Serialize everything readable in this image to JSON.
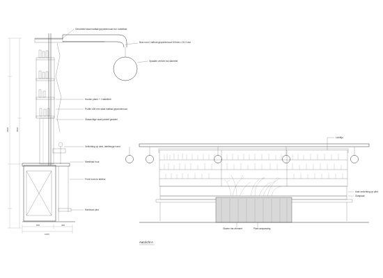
{
  "section": {
    "annotations": [
      "Gerubbeld staal mattlak gepoedercoat incl. kabelbak",
      "Buis rond 1 lafhuid gepoedercoat 200mm x 20,3 mm",
      "Opaalen verlicht bol diameter",
      "Houten plank + 1 stabiliteit",
      "Profile 405 mm staal mattlak gepoedercoat",
      "Glasachtige staal paneel geslotel",
      "Verlichting op deel, tafelbeugel rand",
      "Steelblad hout",
      "Front hout en lafdeur",
      "Hardhout plint"
    ],
    "vertical_dims": [
      "2600",
      "4500"
    ],
    "bottom_dims": [
      "600",
      "400",
      "1000"
    ]
  },
  "elevation": {
    "title": "Aanzicht A",
    "annotations_right": [
      "Lichtlijn",
      "Kast verlichting op plint",
      "Glasplaat"
    ],
    "annotations_bottom": [
      "Glazen bar-element",
      "Plant aanpassing"
    ]
  }
}
